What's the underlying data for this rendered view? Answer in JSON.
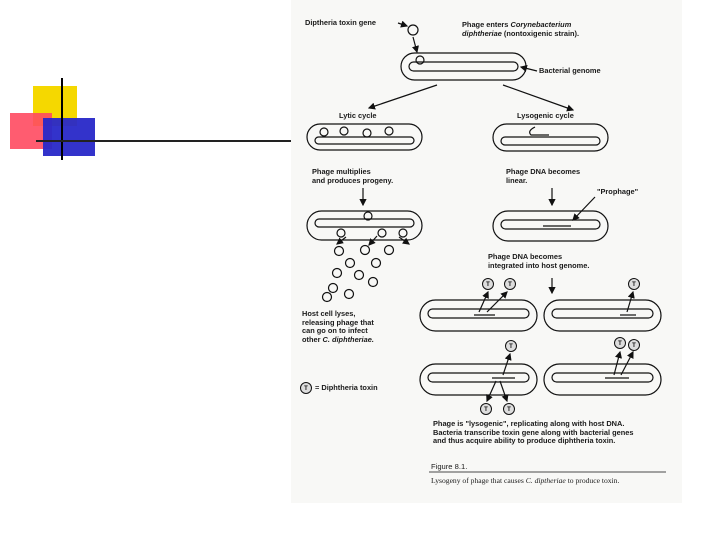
{
  "figure": {
    "labels": {
      "toxin_gene": "Diptheria toxin gene",
      "phage_enters_1": "Phage enters",
      "phage_enters_organism": "Corynebacterium",
      "phage_enters_2_organism": "diphtheriae",
      "phage_enters_2_rest": "(nontoxigenic strain).",
      "bacterial_genome": "Bacterial genome",
      "lytic_cycle": "Lytic cycle",
      "lysogenic_cycle": "Lysogenic cycle",
      "multiplies_1": "Phage multiplies",
      "multiplies_2": "and produces progeny.",
      "linear_1": "Phage DNA becomes",
      "linear_2": "linear.",
      "prophage": "\"Prophage\"",
      "integrated_1": "Phage DNA becomes",
      "integrated_2": "integrated into host genome.",
      "lyses_1": "Host cell lyses,",
      "lyses_2": "releasing phage that",
      "lyses_3": "can go on to infect",
      "lyses_4_prefix": "other",
      "lyses_4_organism": "C. diphtheriae.",
      "legend_symbol": "T",
      "legend_text": "= Diphtheria toxin",
      "lysogenic_1": "Phage is \"lysogenic\", replicating along with host DNA.",
      "lysogenic_2": "Bacteria transcribe toxin gene along with bacterial genes",
      "lysogenic_3": "and thus acquire ability to produce diphtheria toxin.",
      "figure_number": "Figure 8.1.",
      "caption_1": "Lysogeny of phage that causes",
      "caption_organism": "C. diptheriae",
      "caption_2": "to produce toxin."
    }
  }
}
